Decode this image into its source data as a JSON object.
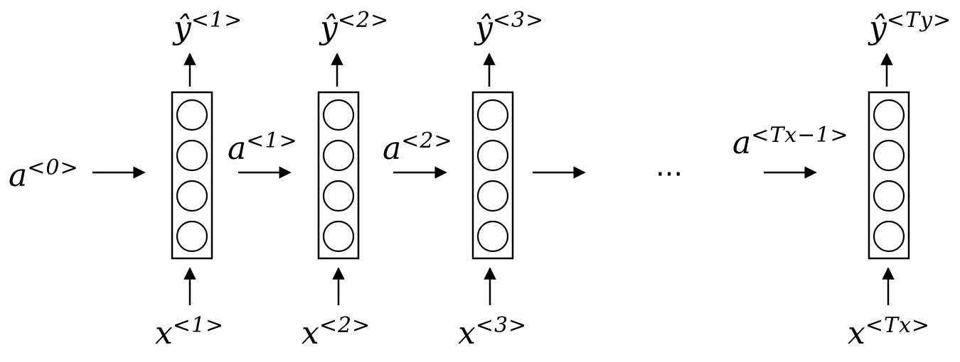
{
  "diagram": {
    "cells": [
      {
        "input_var": "x",
        "input_sup": "<1>",
        "output_var": "ŷ",
        "output_sup": "<1>"
      },
      {
        "input_var": "x",
        "input_sup": "<2>",
        "output_var": "ŷ",
        "output_sup": "<2>"
      },
      {
        "input_var": "x",
        "input_sup": "<3>",
        "output_var": "ŷ",
        "output_sup": "<3>"
      },
      {
        "input_var": "x",
        "input_sup": "<Tx>",
        "output_var": "ŷ",
        "output_sup": "<Ty>"
      }
    ],
    "activations": [
      {
        "var": "a",
        "sup": "<0>"
      },
      {
        "var": "a",
        "sup": "<1>"
      },
      {
        "var": "a",
        "sup": "<2>"
      },
      {
        "var": "a",
        "sup": "<Tx−1>"
      }
    ],
    "ellipsis": "···",
    "units_per_cell": 4
  }
}
